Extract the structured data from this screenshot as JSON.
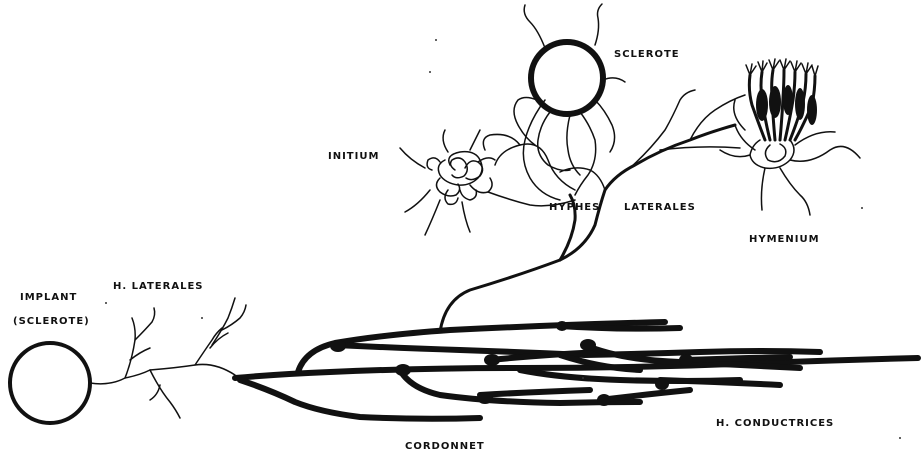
{
  "labels": {
    "implant": "IMPLANT",
    "implant_sub": "(SCLEROTE)",
    "h_laterales": "H. LATERALES",
    "initium": "INITIUM",
    "sclerote": "SCLEROTE",
    "hyphes": "HYPHES",
    "laterales": "LATERALES",
    "hymenium": "HYMENIUM",
    "cordonnet": "CORDONNET",
    "h_conductrices": "H. CONDUCTRICES"
  }
}
